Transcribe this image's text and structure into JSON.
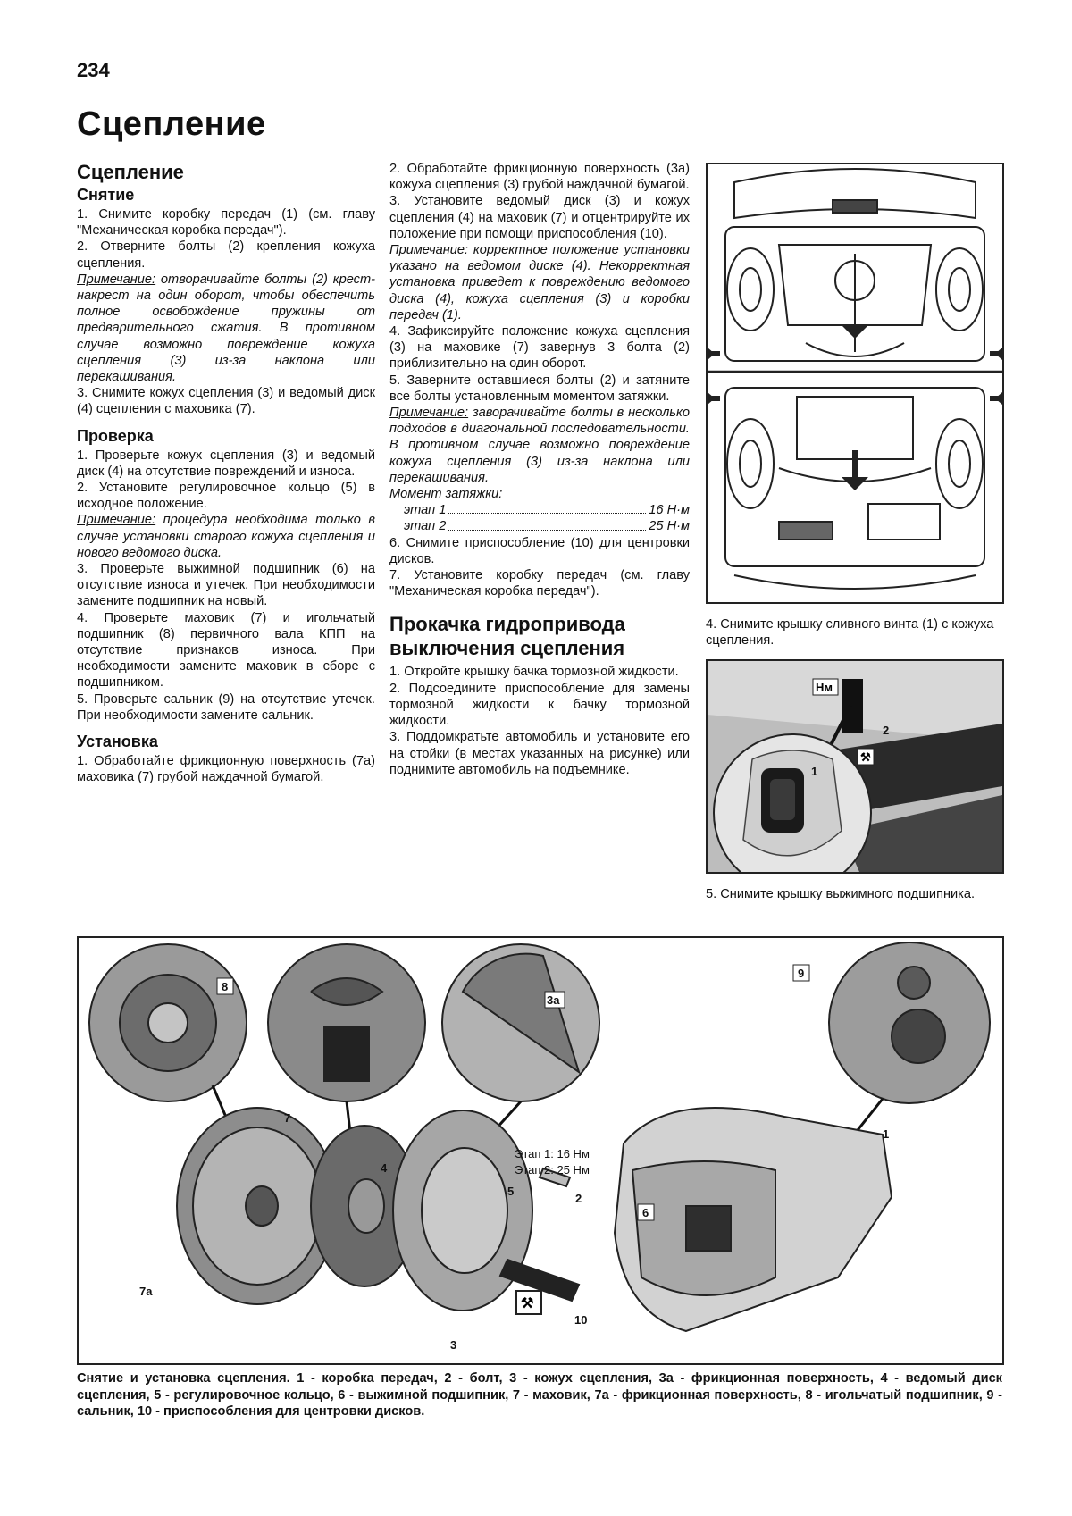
{
  "page_number": "234",
  "page_title": "Сцепление",
  "col1": {
    "section_title": "Сцепление",
    "removal": {
      "heading": "Снятие",
      "p1": "1. Снимите коробку передач (1) (см. главу \"Механическая коробка передач\").",
      "p2": "2. Отверните болты (2) крепления кожуха сцепления.",
      "note_label": "Примечание:",
      "note_text": " отворачивайте болты (2) крест-накрест на один оборот, чтобы обеспечить полное освобождение пружины от предварительного сжатия. В противном случае возможно повреждение кожуха сцепления (3) из-за наклона или перекашивания.",
      "p3": "3. Снимите кожух сцепления (3) и ведомый диск (4) сцепления с маховика (7)."
    },
    "check": {
      "heading": "Проверка",
      "p1": "1. Проверьте кожух сцепления (3) и ведомый диск (4) на отсутствие повреждений и износа.",
      "p2": "2. Установите регулировочное кольцо (5) в исходное положение.",
      "note_label": "Примечание:",
      "note_text": " процедура необходима только в случае установки старого кожуха сцепления и нового ведомого диска.",
      "p3": "3. Проверьте выжимной подшипник (6) на отсутствие износа и утечек. При необходимости замените подшипник на новый.",
      "p4": "4. Проверьте маховик (7) и игольчатый подшипник (8) первичного вала КПП на отсутствие признаков износа. При необходимости замените маховик в сборе с подшипником.",
      "p5": "5. Проверьте сальник (9) на отсутствие утечек. При необходимости замените сальник."
    },
    "install": {
      "heading": "Установка",
      "p1": "1. Обработайте фрикционную поверхность (7а) маховика (7) грубой наждачной бумагой."
    }
  },
  "col2": {
    "p2": "2. Обработайте фрикционную поверхность (3а) кожуха сцепления (3) грубой наждачной бумагой.",
    "p3": "3. Установите ведомый диск (3) и кожух сцепления (4) на маховик (7) и отцентрируйте их положение при помощи приспособления (10).",
    "note1_label": "Примечание:",
    "note1_text": " корректное положение установки указано на ведомом диске (4). Некорректная установка приведет к повреждению ведомого диска (4), кожуха сцепления (3) и коробки передач (1).",
    "p4": "4. Зафиксируйте положение кожуха сцепления (3) на маховике (7) завернув 3 болта (2) приблизительно на один оборот.",
    "p5": "5. Заверните оставшиеся болты (2) и затяните все болты установленным моментом затяжки.",
    "note2_label": "Примечание:",
    "note2_text": " заворачивайте болты в несколько подходов в диагональной последовательности. В противном случае возможно повреждение кожуха сцепления (3) из-за наклона или перекашивания.",
    "torque_title": "Момент затяжки:",
    "torque_stage1_label": "этап 1",
    "torque_stage1_value": "16 Н·м",
    "torque_stage2_label": "этап 2",
    "torque_stage2_value": "25 Н·м",
    "p6": "6. Снимите приспособление (10) для центровки дисков.",
    "p7": "7. Установите коробку передач (см. главу \"Механическая коробка передач\").",
    "bleed_heading": "Прокачка гидропривода выключения сцепления",
    "b1": "1. Откройте крышку бачка тормозной жидкости.",
    "b2": "2. Подсоедините приспособление для замены тормозной жидкости к бачку тормозной жидкости.",
    "b3": "3. Поддомкратьте автомобиль и установите его на стойки (в местах указанных на рисунке) или поднимите автомобиль на подъемнике."
  },
  "fig_top_caption": "4. Снимите крышку сливного винта (1) с кожуха сцепления.",
  "fig_mid_caption": "5. Снимите крышку выжимного подшипника.",
  "fig_mid_labels": {
    "nm": "Нм",
    "c1": "1",
    "c2": "2"
  },
  "fig_bottom_labels": {
    "stage1": "Этап 1: 16 Нм",
    "stage2": "Этап 2: 25 Нм",
    "n1": "1",
    "n2": "2",
    "n3": "3",
    "n3a": "3а",
    "n4": "4",
    "n5": "5",
    "n6": "6",
    "n7": "7",
    "n7a": "7а",
    "n8": "8",
    "n9": "9",
    "n10": "10"
  },
  "bottom_caption": "Снятие и установка сцепления. 1 - коробка передач, 2 - болт, 3 - кожух сцепления, 3а - фрикционная поверхность, 4 - ведомый диск сцепления, 5 - регулировочное кольцо, 6 - выжимной подшипник, 7 - маховик, 7а - фрикционная поверхность, 8 - игольчатый подшипник, 9 - сальник, 10 - приспособления для центровки дисков."
}
